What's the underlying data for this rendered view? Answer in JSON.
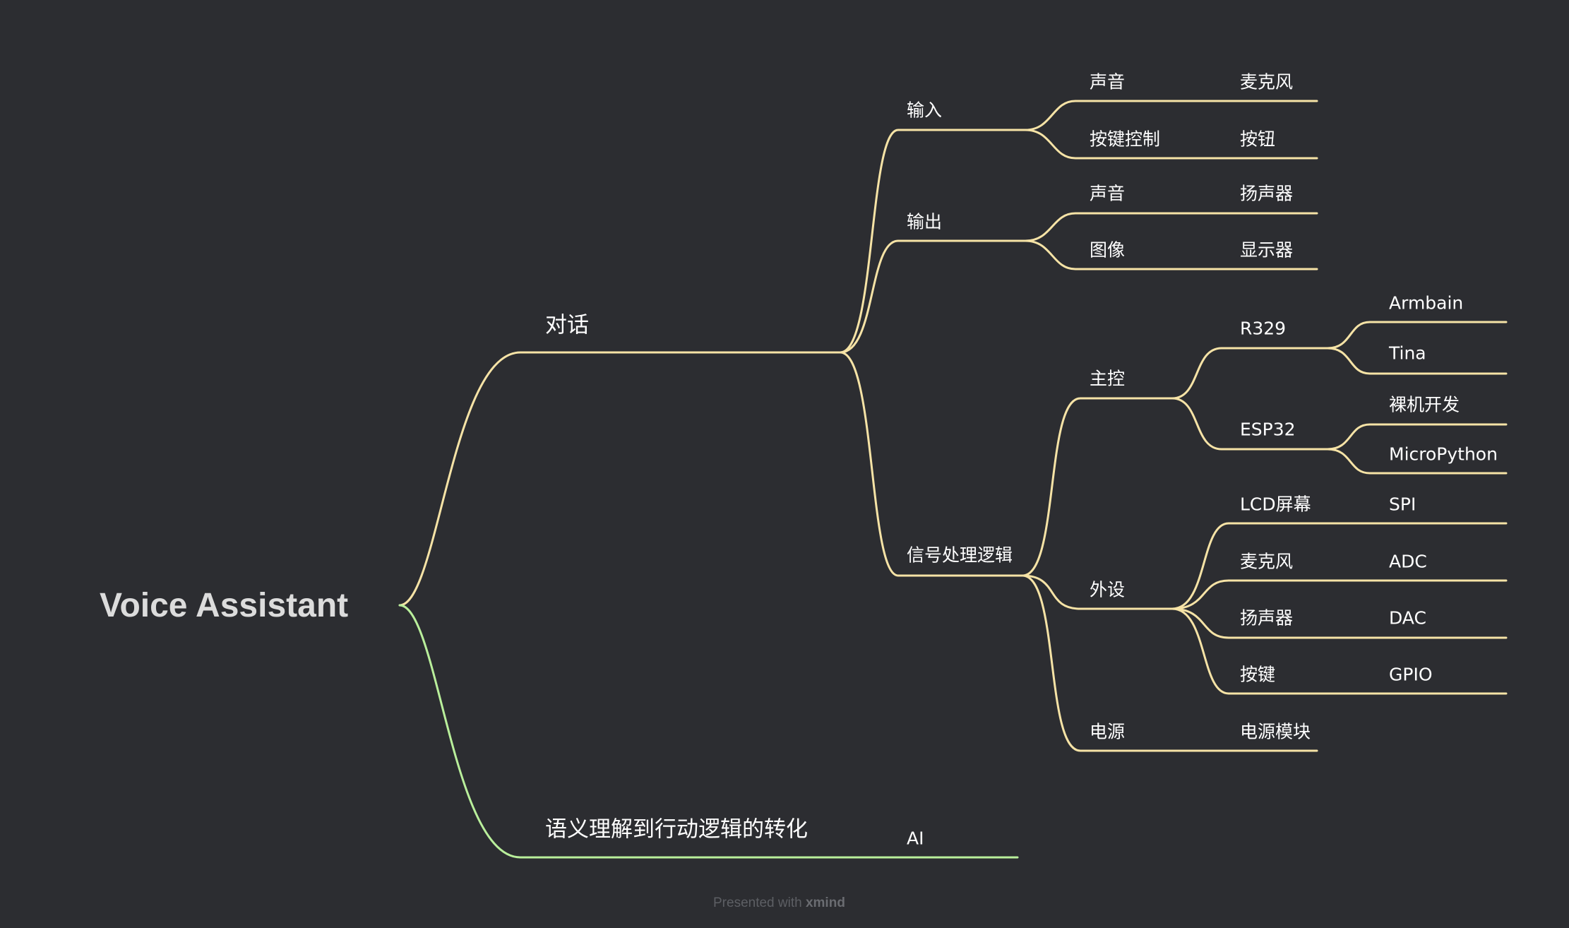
{
  "colors": {
    "background": "#2c2d31",
    "branch_primary": "#f6e3a6",
    "branch_secondary": "#b9ef9b",
    "text": "#ffffff",
    "root_text": "#dcdcdc"
  },
  "root": {
    "label": "Voice Assistant"
  },
  "branches": {
    "dialog": {
      "label": "对话",
      "input": {
        "label": "输入",
        "sound": {
          "label": "声音",
          "child": "麦克风"
        },
        "key_control": {
          "label": "按键控制",
          "child": "按钮"
        }
      },
      "output": {
        "label": "输出",
        "sound": {
          "label": "声音",
          "child": "扬声器"
        },
        "image": {
          "label": "图像",
          "child": "显示器"
        }
      },
      "signal": {
        "label": "信号处理逻辑",
        "main_control": {
          "label": "主控",
          "r329": {
            "label": "R329",
            "children": [
              "Armbain",
              "Tina"
            ]
          },
          "esp32": {
            "label": "ESP32",
            "children": [
              "裸机开发",
              "MicroPython"
            ]
          }
        },
        "peripherals": {
          "label": "外设",
          "items": [
            {
              "label": "LCD屏幕",
              "child": "SPI"
            },
            {
              "label": "麦克风",
              "child": "ADC"
            },
            {
              "label": "扬声器",
              "child": "DAC"
            },
            {
              "label": "按键",
              "child": "GPIO"
            }
          ]
        },
        "power": {
          "label": "电源",
          "child": "电源模块"
        }
      }
    },
    "semantic": {
      "label": "语义理解到行动逻辑的转化",
      "child": "AI"
    }
  },
  "footer": {
    "prefix": "Presented with",
    "brand": "xmind"
  }
}
